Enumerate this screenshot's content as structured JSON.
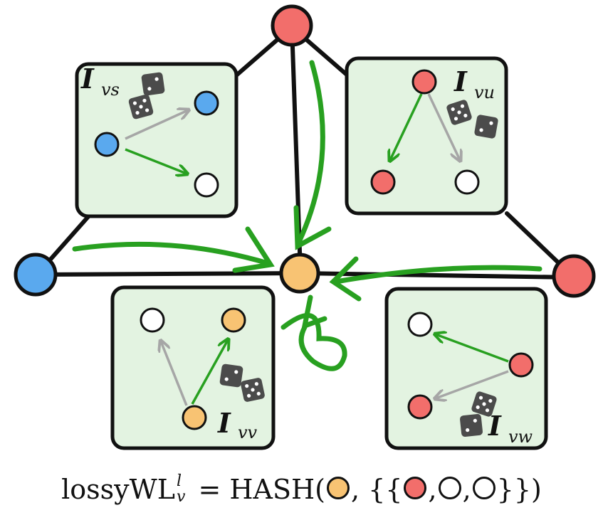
{
  "colors": {
    "red": "#f26e6b",
    "blue": "#5aa9ee",
    "orange": "#f8c373",
    "white": "#ffffff",
    "panel": "#e3f3e1",
    "green": "#28a020",
    "gray": "#a6a6a6",
    "edge": "#111111",
    "dice": "#4b4b4b"
  },
  "panels": {
    "vs": {
      "label_main": "I",
      "label_sub": "vs"
    },
    "vu": {
      "label_main": "I",
      "label_sub": "vu"
    },
    "vv": {
      "label_main": "I",
      "label_sub": "vv"
    },
    "vw": {
      "label_main": "I",
      "label_sub": "vw"
    }
  },
  "formula": {
    "name": "lossyWL",
    "superscript": "l",
    "subscript": "v",
    "equals": " = HASH(",
    "comma1": ", {{",
    "comma2": ",",
    "comma3": ",",
    "close": "}})"
  },
  "icons": [
    "dice-icon",
    "directed-arrow",
    "self-loop-arrow"
  ]
}
